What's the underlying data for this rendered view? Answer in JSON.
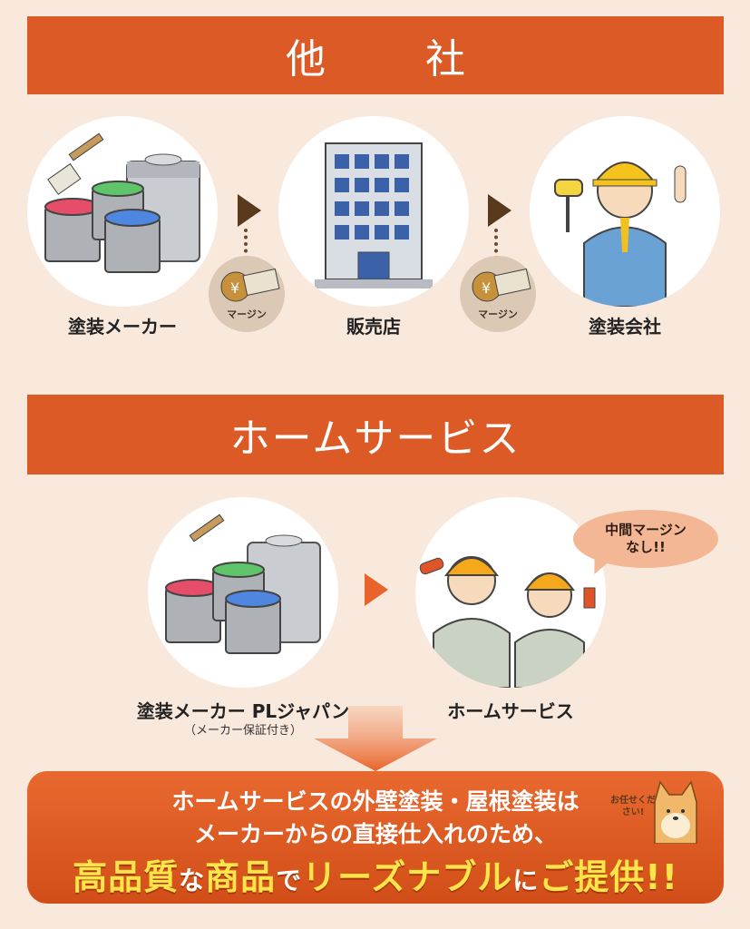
{
  "top_section": {
    "banner_title": "他社",
    "nodes": [
      {
        "label": "塗装メーカー",
        "icon": "paint-cans-icon"
      },
      {
        "label": "販売店",
        "icon": "office-building-icon"
      },
      {
        "label": "塗装会社",
        "icon": "painter-worker-icon"
      }
    ],
    "margin_label": "マージン"
  },
  "bottom_section": {
    "banner_title": "ホームサービス",
    "maker_label": "塗装メーカー PLジャパン",
    "maker_sublabel": "（メーカー保証付き）",
    "company_label": "ホームサービス",
    "bubble_line1": "中間マージン",
    "bubble_line2": "なし!!"
  },
  "conclusion": {
    "line1": "ホームサービスの外壁塗装・屋根塗装は",
    "line2": "メーカーからの直接仕入れのため、",
    "line3_parts": [
      "高品質",
      "な",
      "商品",
      "で",
      "リーズナブル",
      "に",
      "ご提供!!"
    ],
    "mascot_text": "お任せください!"
  },
  "colors": {
    "accent": "#dc5a26",
    "background": "#f9e8dc",
    "highlight_yellow": "#ffe54a",
    "arrow_brown": "#5a3a1c"
  }
}
